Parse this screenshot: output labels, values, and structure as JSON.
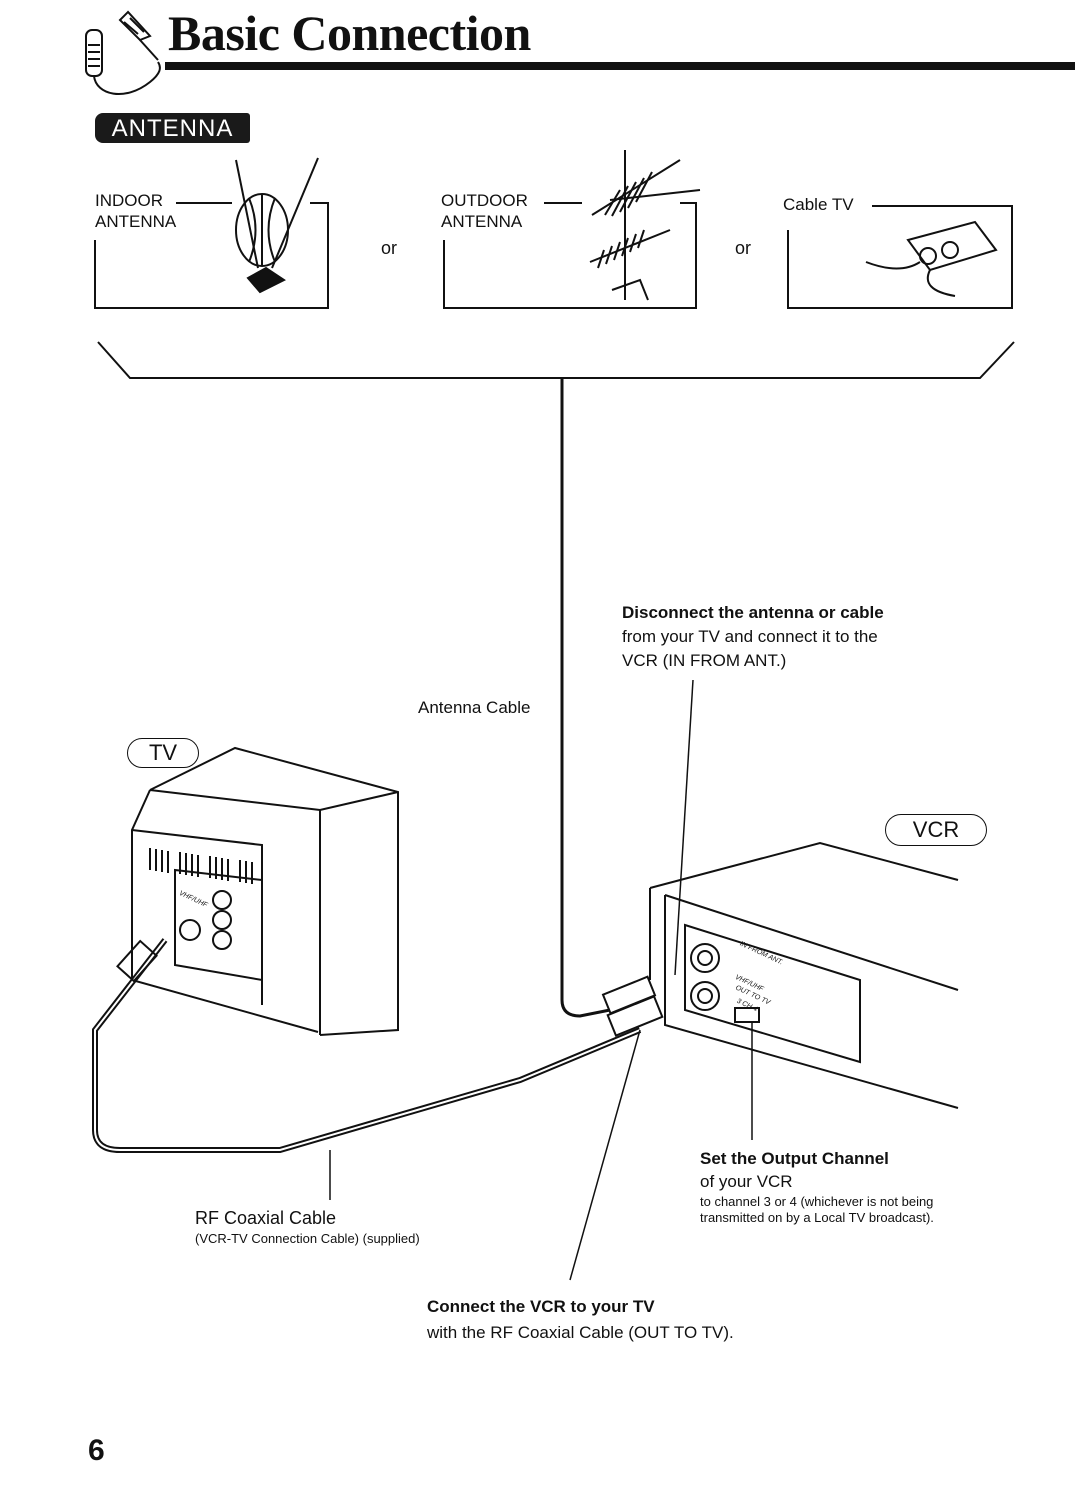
{
  "header": {
    "title": "Basic Connection",
    "icon": "connector-plug-icon"
  },
  "antenna_section": {
    "badge": "ANTENNA",
    "indoor": {
      "line1": "INDOOR",
      "line2": "ANTENNA"
    },
    "or1": "or",
    "outdoor": {
      "line1": "OUTDOOR",
      "line2": "ANTENNA"
    },
    "or2": "or",
    "cable_tv": "Cable TV"
  },
  "diagram": {
    "antenna_cable_label": "Antenna Cable",
    "tv_label": "TV",
    "vcr_label": "VCR",
    "jack_in": "IN FROM ANT.",
    "jack_vhf": "VHF/UHF",
    "jack_out": "OUT TO TV",
    "ch_switch": "3 CH 4"
  },
  "annotations": {
    "disconnect": {
      "title": "Disconnect the antenna or cable",
      "line1": "from your TV and connect it to the",
      "line2": "VCR (IN FROM ANT.)"
    },
    "output_channel": {
      "title": "Set the Output Channel",
      "line1": "of your VCR",
      "note1": "to channel 3 or 4 (whichever is not being",
      "note2": "transmitted on by a Local TV broadcast)."
    },
    "rf_cable": {
      "title": "RF Coaxial Cable",
      "note": "(VCR-TV Connection Cable) (supplied)"
    },
    "connect_vcr": {
      "title": "Connect the VCR to your TV",
      "line1": "with the RF Coaxial Cable (OUT TO TV)."
    }
  },
  "page_number": "6"
}
